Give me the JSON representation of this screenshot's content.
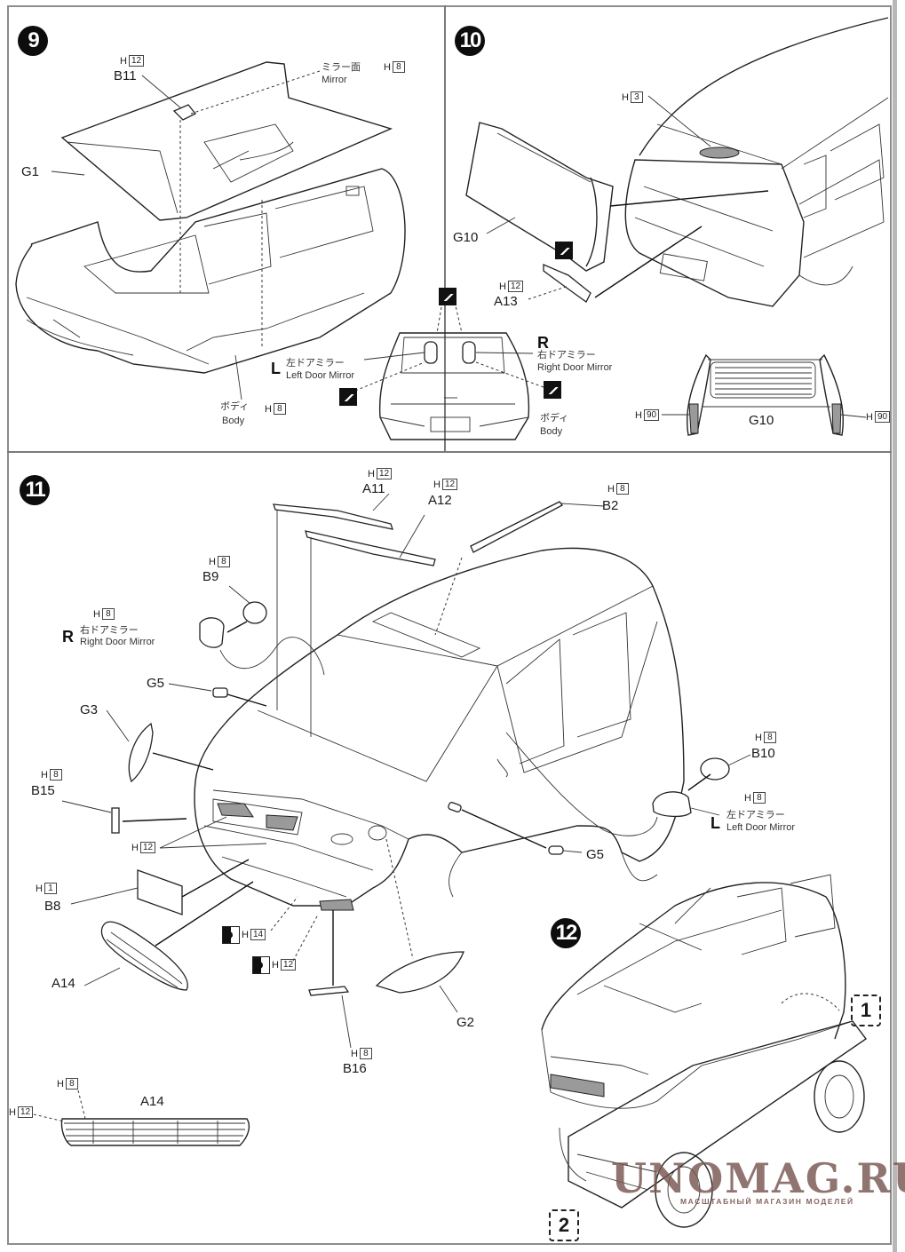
{
  "steps": [
    {
      "number": "9"
    },
    {
      "number": "10"
    },
    {
      "number": "11"
    },
    {
      "number": "12"
    }
  ],
  "step9": {
    "b11": {
      "part": "B11",
      "paint_code": "H",
      "paint_num": "12"
    },
    "mirror": {
      "jp": "ミラー面",
      "en": "Mirror",
      "paint_code": "H",
      "paint_num": "8"
    },
    "g1": {
      "part": "G1"
    },
    "body": {
      "jp": "ボディ",
      "en": "Body",
      "paint_code": "H",
      "paint_num": "8"
    },
    "left_mirror": {
      "side": "L",
      "jp": "左ドアミラー",
      "en": "Left Door Mirror"
    }
  },
  "step10": {
    "h3": {
      "paint_code": "H",
      "paint_num": "3"
    },
    "g10": {
      "part": "G10"
    },
    "a13": {
      "part": "A13",
      "paint_code": "H",
      "paint_num": "12"
    },
    "right_mirror": {
      "side": "R",
      "jp": "右ドアミラー",
      "en": "Right Door Mirror"
    },
    "body": {
      "jp": "ボディ",
      "en": "Body"
    },
    "g10_detail": {
      "part": "G10",
      "left_paint_code": "H",
      "left_paint_num": "90",
      "right_paint_code": "H",
      "right_paint_num": "90"
    }
  },
  "step11": {
    "a11": {
      "part": "A11",
      "paint_code": "H",
      "paint_num": "12"
    },
    "a12": {
      "part": "A12",
      "paint_code": "H",
      "paint_num": "12"
    },
    "b2": {
      "part": "B2",
      "paint_code": "H",
      "paint_num": "8"
    },
    "b9": {
      "part": "B9",
      "paint_code": "H",
      "paint_num": "8"
    },
    "right_mirror": {
      "side": "R",
      "jp": "右ドアミラー",
      "en": "Right Door Mirror",
      "paint_code": "H",
      "paint_num": "8"
    },
    "g5_top": {
      "part": "G5"
    },
    "g3": {
      "part": "G3"
    },
    "b15": {
      "part": "B15",
      "paint_code": "H",
      "paint_num": "8"
    },
    "grille_paint": {
      "paint_code": "H",
      "paint_num": "12"
    },
    "b8": {
      "part": "B8",
      "paint_code": "H",
      "paint_num": "1"
    },
    "a14": {
      "part": "A14"
    },
    "h14": {
      "paint_code": "H",
      "paint_num": "14"
    },
    "h12": {
      "paint_code": "H",
      "paint_num": "12"
    },
    "b16": {
      "part": "B16",
      "paint_code": "H",
      "paint_num": "8"
    },
    "g2": {
      "part": "G2"
    },
    "b10": {
      "part": "B10",
      "paint_code": "H",
      "paint_num": "8"
    },
    "left_mirror": {
      "side": "L",
      "jp": "左ドアミラー",
      "en": "Left Door Mirror",
      "paint_code": "H",
      "paint_num": "8"
    },
    "g5_side": {
      "part": "G5"
    },
    "a14_detail": {
      "part": "A14",
      "top_paint_code": "H",
      "top_paint_num": "8",
      "left_paint_code": "H",
      "left_paint_num": "12"
    }
  },
  "step12": {
    "callouts": [
      "1",
      "2"
    ]
  },
  "watermark": {
    "title": "UNOMAG.RU",
    "subtitle": "МАСШТАБНЫЙ МАГАЗИН МОДЕЛЕЙ"
  },
  "colors": {
    "ink": "#1a1a1a",
    "frame": "#8d8d8d",
    "paint_fill": "#9a9a9a",
    "watermark": "#785550"
  }
}
